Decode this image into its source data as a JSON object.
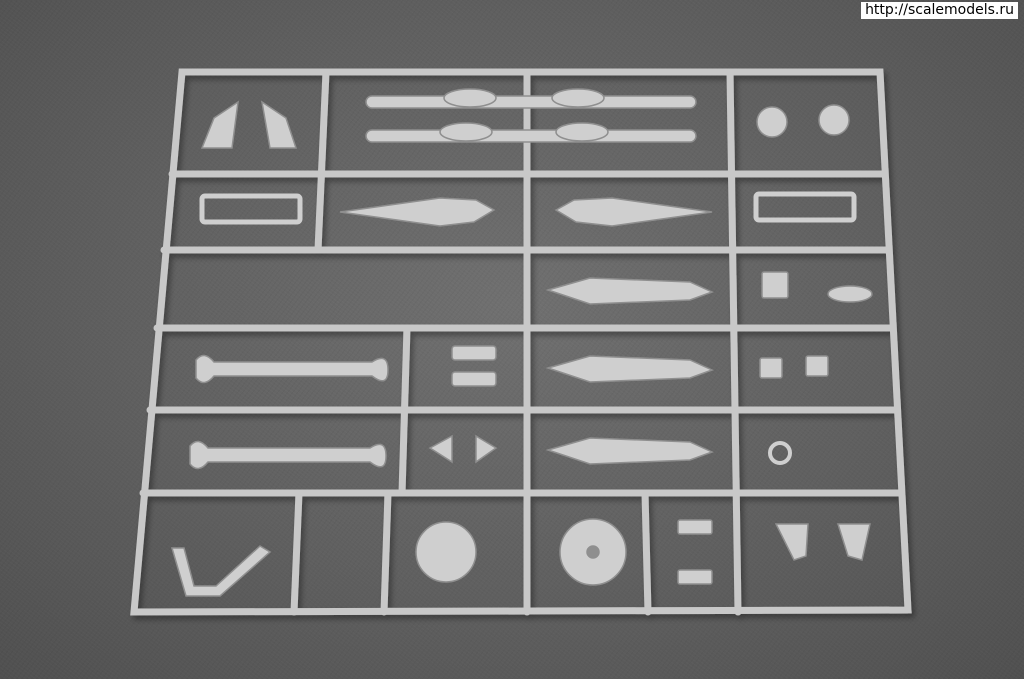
{
  "watermark": "http://scalemodels.ru",
  "colors": {
    "background": "#5f5f5f",
    "plastic": "#c8c8c8",
    "plastic_shadow": "#8f8f8f",
    "plastic_highlight": "#e3e3e3"
  },
  "photo": {
    "subject": "grey plastic model kit sprue with frame, gates and parts on a grey carpet",
    "parts": [
      "wheel-hub-left",
      "wheel-hub-right",
      "suspension-link-1",
      "suspension-link-2",
      "knuckle-pair",
      "frame-ladder-left",
      "frame-ladder-right",
      "spindle-arm-left",
      "spindle-arm-right",
      "torpedo-body-1",
      "torpedo-body-2",
      "torpedo-body-3",
      "axle-tube-1",
      "axle-tube-2",
      "dome-hemisphere",
      "brake-disc",
      "fender-curve",
      "horn-pair",
      "small-brackets"
    ]
  }
}
